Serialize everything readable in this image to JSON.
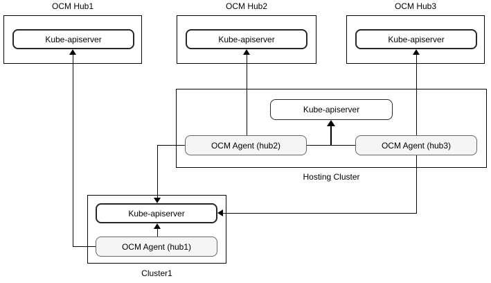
{
  "diagram": {
    "hubs": [
      {
        "label": "OCM Hub1",
        "server": "Kube-apiserver"
      },
      {
        "label": "OCM Hub2",
        "server": "Kube-apiserver"
      },
      {
        "label": "OCM Hub3",
        "server": "Kube-apiserver"
      }
    ],
    "hosting_cluster": {
      "label": "Hosting Cluster",
      "server": "Kube-apiserver",
      "agents": [
        {
          "label": "OCM Agent (hub2)"
        },
        {
          "label": "OCM Agent (hub3)"
        }
      ]
    },
    "cluster1": {
      "label": "Cluster1",
      "server": "Kube-apiserver",
      "agent": {
        "label": "OCM Agent (hub1)"
      }
    },
    "colors": {
      "line": "#000000",
      "outer_border": "#000000",
      "server_border": "#262626",
      "agent_border": "#666666",
      "agent_fill": "#f5f5f5",
      "text": "#000000",
      "background": "#ffffff"
    }
  }
}
